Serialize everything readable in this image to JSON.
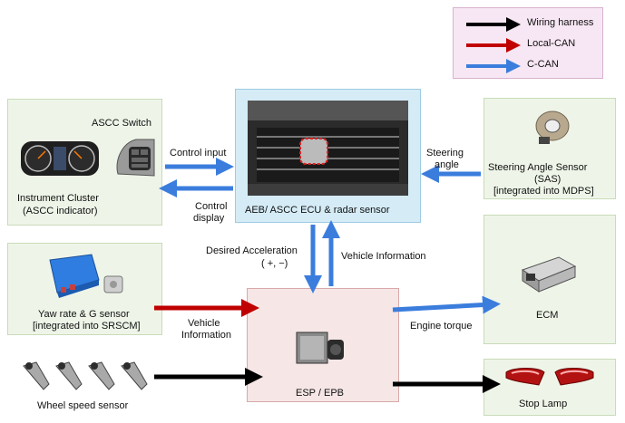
{
  "colors": {
    "wiring": "#000000",
    "local_can": "#c00000",
    "c_can": "#3b7ddd"
  },
  "legend": {
    "items": [
      {
        "label": "Wiring harness",
        "color": "#000000"
      },
      {
        "label": "Local-CAN",
        "color": "#c00000"
      },
      {
        "label": "C-CAN",
        "color": "#3b7ddd"
      }
    ]
  },
  "instrument": {
    "switch_label": "ASCC Switch",
    "cluster_line1": "Instrument Cluster",
    "cluster_line2": "(ASCC indicator)"
  },
  "ecu": {
    "label": "AEB/ ASCC ECU & radar sensor"
  },
  "sas": {
    "line1": "Steering  Angle  Sensor",
    "line2": "(SAS)",
    "line3": "[integrated into MDPS]"
  },
  "yaw": {
    "line1": "Yaw rate & G sensor",
    "line2": "[integrated into SRSCM]"
  },
  "esp": {
    "label": "ESP / EPB"
  },
  "ecm": {
    "label": "ECM"
  },
  "wheel": {
    "label": "Wheel speed sensor"
  },
  "stop": {
    "label": "Stop Lamp"
  },
  "arrows": {
    "control_input": "Control input",
    "control_display_1": "Control",
    "control_display_2": "display",
    "steering_1": "Steering",
    "steering_2": "angle",
    "desired_1": "Desired Acceleration",
    "desired_2": "( +, −)",
    "vehicle_info": "Vehicle Information",
    "vehicle_info2_1": "Vehicle",
    "vehicle_info2_2": "Information",
    "engine_torque": "Engine torque"
  }
}
